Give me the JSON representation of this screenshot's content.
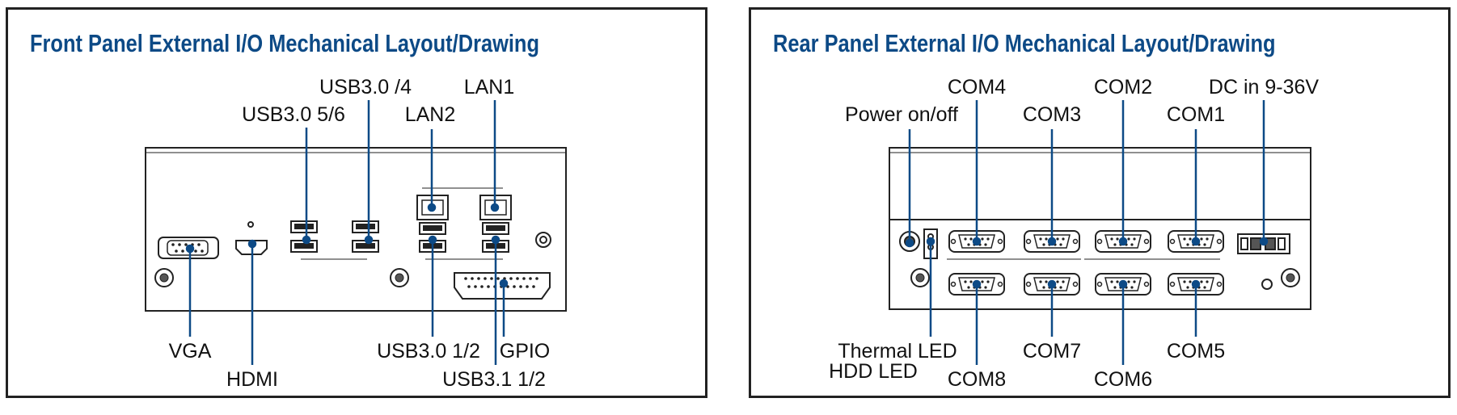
{
  "front": {
    "title": "Front Panel External I/O Mechanical Layout/Drawing",
    "labels": {
      "usb30_34": "USB3.0 /4",
      "lan1": "LAN1",
      "usb30_56": "USB3.0 5/6",
      "lan2": "LAN2",
      "vga": "VGA",
      "hdmi": "HDMI",
      "usb30_12": "USB3.0 1/2",
      "gpio": "GPIO",
      "usb31_12": "USB3.1 1/2"
    }
  },
  "rear": {
    "title": "Rear Panel External I/O Mechanical Layout/Drawing",
    "labels": {
      "com4": "COM4",
      "com2": "COM2",
      "dc_in": "DC in 9-36V",
      "power": "Power on/off",
      "com3": "COM3",
      "com1": "COM1",
      "thermal_led": "Thermal LED",
      "hdd_led": "HDD LED",
      "com8": "COM8",
      "com7": "COM7",
      "com6": "COM6",
      "com5": "COM5"
    }
  },
  "colors": {
    "title": "#0d4a86",
    "leader": "#0d4a86",
    "outline": "#222222"
  }
}
